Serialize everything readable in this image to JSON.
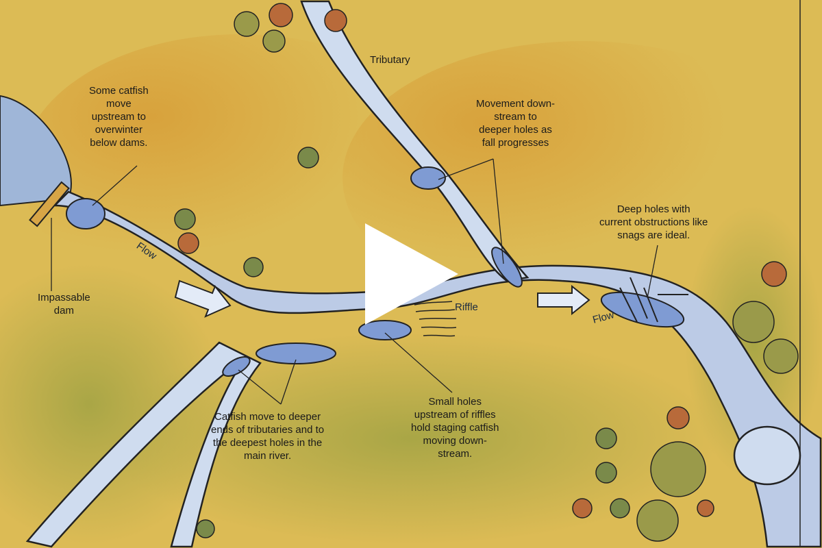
{
  "video": {
    "play_button": "play"
  },
  "labels": {
    "tributary": "Tributary",
    "catfish_upstream": "Some catfish\nmove\nupstream to\noverwinter\nbelow dams.",
    "movement_downstream": "Movement down-\nstream to\ndeeper holes as\nfall progresses",
    "deep_holes": "Deep holes with\ncurrent obstructions like\nsnags are ideal.",
    "impassable_dam": "Impassable\ndam",
    "catfish_deeper": "Catfish move to deeper\nends of tributaries and to\nthe deepest holes in the\nmain river.",
    "small_holes": "Small holes\nupstream of riffles\nhold staging catfish\nmoving down-\nstream.",
    "flow_left": "Flow",
    "flow_right": "Flow",
    "riffle": "Riffle"
  },
  "colors": {
    "land_yellow": "#d9b24a",
    "land_green": "#b3a545",
    "water": "#bccbe6",
    "hole": "#7f9bd3"
  }
}
